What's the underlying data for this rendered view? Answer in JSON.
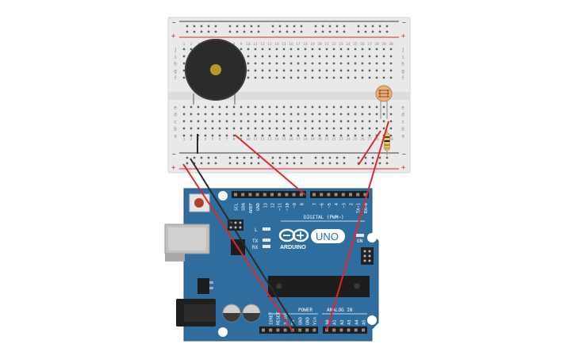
{
  "breadboard": {
    "row_letters_top": [
      "j",
      "i",
      "h",
      "g",
      "f"
    ],
    "row_letters_bottom": [
      "e",
      "d",
      "c",
      "b",
      "a"
    ],
    "column_numbers": [
      "1",
      "2",
      "3",
      "4",
      "5",
      "6",
      "7",
      "8",
      "9",
      "10",
      "11",
      "12",
      "13",
      "14",
      "15",
      "16",
      "17",
      "18",
      "19",
      "20",
      "21",
      "22",
      "23",
      "24",
      "25",
      "26",
      "27",
      "28",
      "29",
      "30"
    ],
    "rail_plus": "+",
    "rail_minus": "−"
  },
  "arduino": {
    "logo_text": "ARDUINO",
    "model": "UNO",
    "on_label": "ON",
    "l_label": "L",
    "tx_label": "TX",
    "rx_label": "RX",
    "digital_header": "DIGITAL (PWM~)",
    "power_header": "POWER",
    "analog_header": "ANALOG IN",
    "digital_pins": [
      "SCL",
      "SDA",
      "AREF",
      "GND",
      "13",
      "12",
      "~11",
      "~10",
      "~9",
      "8",
      "7",
      "~6",
      "~5",
      "4",
      "~3",
      "2",
      "TX→1",
      "RX←0"
    ],
    "power_pins": [
      "IOREF",
      "RESET",
      "3.3V",
      "5V",
      "GND",
      "GND",
      "Vin"
    ],
    "analog_pins": [
      "A0",
      "A1",
      "A2",
      "A3",
      "A4",
      "A5"
    ]
  },
  "colors": {
    "board_blue": "#2e6d9e",
    "breadboard": "#e9e9e9",
    "wire_red": "#e0262b",
    "wire_black": "#2b2b2b",
    "rail_red": "#d9262c",
    "rail_blue": "#5a78a8"
  }
}
